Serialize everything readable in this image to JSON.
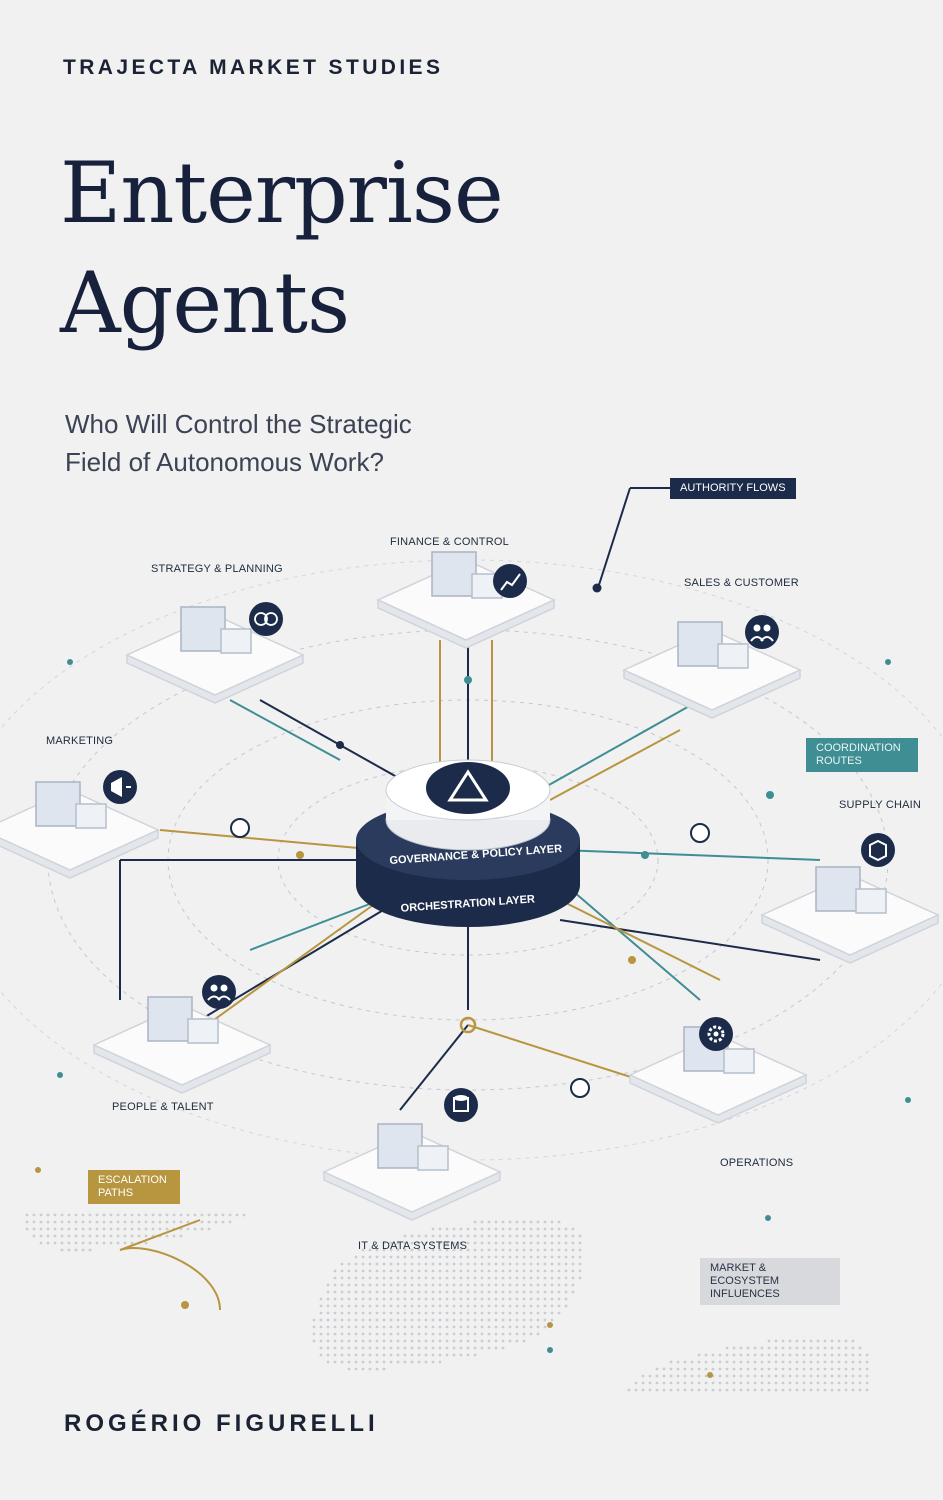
{
  "cover": {
    "series": "TRAJECTA MARKET STUDIES",
    "title_line1": "Enterprise",
    "title_line2": "Agents",
    "subtitle_line1": "Who Will Control the Strategic",
    "subtitle_line2": "Field of Autonomous Work?",
    "author": "ROGÉRIO FIGURELLI"
  },
  "diagram": {
    "hub": {
      "governance_label": "GOVERNANCE & POLICY LAYER",
      "orchestration_label": "ORCHESTRATION LAYER"
    },
    "departments": [
      {
        "label": "STRATEGY & PLANNING",
        "icon": "brain-icon"
      },
      {
        "label": "FINANCE & CONTROL",
        "icon": "chart-icon"
      },
      {
        "label": "SALES & CUSTOMER",
        "icon": "people-icon"
      },
      {
        "label": "MARKETING",
        "icon": "megaphone-icon"
      },
      {
        "label": "SUPPLY CHAIN",
        "icon": "box-icon"
      },
      {
        "label": "PEOPLE & TALENT",
        "icon": "users-icon"
      },
      {
        "label": "OPERATIONS",
        "icon": "gear-icon"
      },
      {
        "label": "IT & DATA SYSTEMS",
        "icon": "database-icon"
      }
    ],
    "callouts": {
      "authority": "AUTHORITY FLOWS",
      "coordination": "COORDINATION ROUTES",
      "escalation": "ESCALATION PATHS",
      "market": "MARKET & ECOSYSTEM INFLUENCES"
    },
    "colors": {
      "navy": "#1c2b4a",
      "teal": "#3e8e93",
      "gold": "#b8953f",
      "background": "#f1f1f2"
    }
  }
}
